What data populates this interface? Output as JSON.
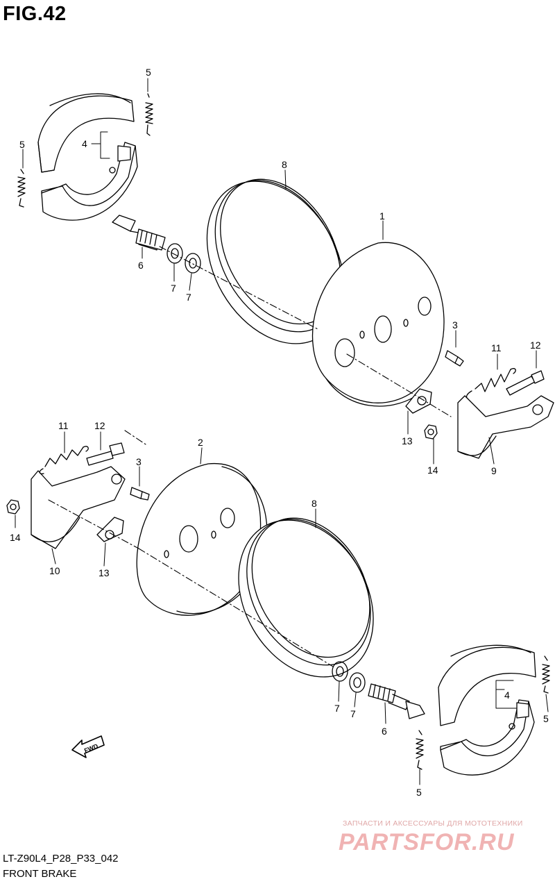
{
  "figure": {
    "title": "FIG.42"
  },
  "footer": {
    "code": "LT-Z90L4_P28_P33_042",
    "subtitle": "FRONT BRAKE"
  },
  "watermark": {
    "tagline": "ЗАПЧАСТИ И АКСЕССУАРЫ ДЛЯ МОТОТЕХНИКИ",
    "brand": "PARTSFOR.RU"
  },
  "fwd_arrow": {
    "label": "FWD"
  },
  "callouts": [
    {
      "id": "c-5-a",
      "label": "5"
    },
    {
      "id": "c-4-a",
      "label": "4"
    },
    {
      "id": "c-5-b",
      "label": "5"
    },
    {
      "id": "c-6-a",
      "label": "6"
    },
    {
      "id": "c-7-a",
      "label": "7"
    },
    {
      "id": "c-7-b",
      "label": "7"
    },
    {
      "id": "c-8-a",
      "label": "8"
    },
    {
      "id": "c-1",
      "label": "1"
    },
    {
      "id": "c-3-a",
      "label": "3"
    },
    {
      "id": "c-11-a",
      "label": "11"
    },
    {
      "id": "c-12-a",
      "label": "12"
    },
    {
      "id": "c-13-a",
      "label": "13"
    },
    {
      "id": "c-14-a",
      "label": "14"
    },
    {
      "id": "c-9",
      "label": "9"
    },
    {
      "id": "c-11-b",
      "label": "11"
    },
    {
      "id": "c-12-b",
      "label": "12"
    },
    {
      "id": "c-3-b",
      "label": "3"
    },
    {
      "id": "c-14-b",
      "label": "14"
    },
    {
      "id": "c-10",
      "label": "10"
    },
    {
      "id": "c-13-b",
      "label": "13"
    },
    {
      "id": "c-2",
      "label": "2"
    },
    {
      "id": "c-8-b",
      "label": "8"
    },
    {
      "id": "c-7-c",
      "label": "7"
    },
    {
      "id": "c-7-d",
      "label": "7"
    },
    {
      "id": "c-6-b",
      "label": "6"
    },
    {
      "id": "c-4-b",
      "label": "4"
    },
    {
      "id": "c-5-c",
      "label": "5"
    },
    {
      "id": "c-5-d",
      "label": "5"
    }
  ]
}
